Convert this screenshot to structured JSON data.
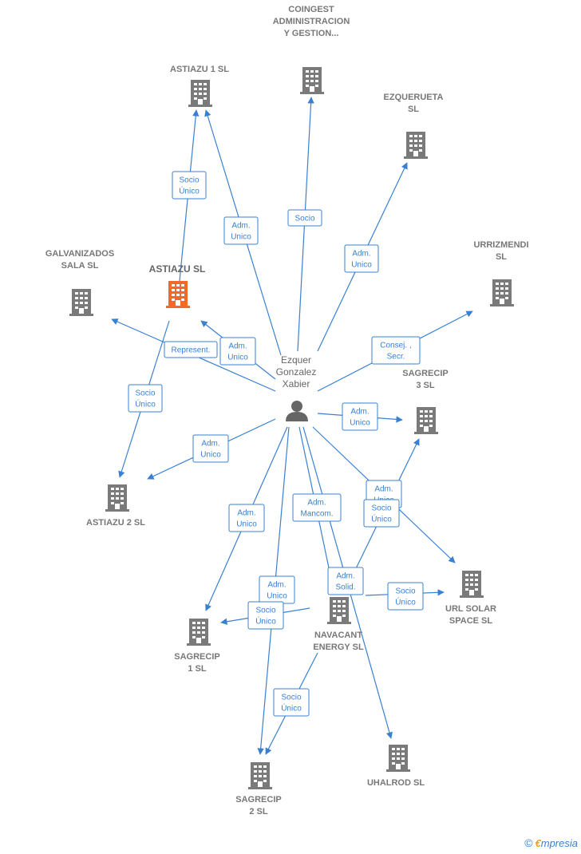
{
  "colors": {
    "edge": "#3a80d2",
    "company": "#7a7a7a",
    "focus_company": "#f26a2a",
    "person": "#666666"
  },
  "person": {
    "lines": [
      "Ezquer",
      "Gonzalez",
      "Xabier"
    ],
    "icon": "person-icon"
  },
  "companies": [
    {
      "id": "astiazu1",
      "lines": [
        "ASTIAZU 1  SL"
      ]
    },
    {
      "id": "coingest",
      "lines": [
        "COINGEST",
        "ADMINISTRACION",
        "Y GESTION..."
      ]
    },
    {
      "id": "ezquerueta",
      "lines": [
        "EZQUERUETA",
        "SL"
      ]
    },
    {
      "id": "galvanizados",
      "lines": [
        "GALVANIZADOS",
        "SALA  SL"
      ]
    },
    {
      "id": "astiazu",
      "lines": [
        "ASTIAZU  SL"
      ],
      "focus": true
    },
    {
      "id": "urrizmendi",
      "lines": [
        "URRIZMENDI",
        "SL"
      ]
    },
    {
      "id": "sagrecip3",
      "lines": [
        "SAGRECIP",
        "3  SL"
      ]
    },
    {
      "id": "astiazu2",
      "lines": [
        "ASTIAZU 2  SL"
      ]
    },
    {
      "id": "urlsolar",
      "lines": [
        "URL SOLAR",
        "SPACE  SL"
      ]
    },
    {
      "id": "navacant",
      "lines": [
        "NAVACANT",
        "ENERGY  SL"
      ]
    },
    {
      "id": "sagrecip1",
      "lines": [
        "SAGRECIP",
        "1  SL"
      ]
    },
    {
      "id": "sagrecip2",
      "lines": [
        "SAGRECIP",
        "2  SL"
      ]
    },
    {
      "id": "uhalrod",
      "lines": [
        "UHALROD SL"
      ]
    }
  ],
  "edges": [
    {
      "id": "e1",
      "lines": [
        "Socio",
        "Único"
      ]
    },
    {
      "id": "e2",
      "lines": [
        "Adm.",
        "Unico"
      ]
    },
    {
      "id": "e3",
      "lines": [
        "Socio"
      ]
    },
    {
      "id": "e4",
      "lines": [
        "Adm.",
        "Unico"
      ]
    },
    {
      "id": "e5",
      "lines": [
        "Consej. ,",
        "Secr."
      ]
    },
    {
      "id": "e6",
      "lines": [
        "Represent."
      ]
    },
    {
      "id": "e7",
      "lines": [
        "Adm.",
        "Unico"
      ]
    },
    {
      "id": "e8",
      "lines": [
        "Socio",
        "Único"
      ]
    },
    {
      "id": "e9",
      "lines": [
        "Adm.",
        "Unico"
      ]
    },
    {
      "id": "e10",
      "lines": [
        "Adm.",
        "Unico"
      ]
    },
    {
      "id": "e11",
      "lines": [
        "Adm.",
        "Unico"
      ]
    },
    {
      "id": "e12",
      "lines": [
        "Socio",
        "Único"
      ]
    },
    {
      "id": "e13",
      "lines": [
        "Adm.",
        "Mancom."
      ]
    },
    {
      "id": "e14",
      "lines": [
        "Adm.",
        "Unico"
      ]
    },
    {
      "id": "e15",
      "lines": [
        "Adm.",
        "Unico"
      ]
    },
    {
      "id": "e16",
      "lines": [
        "Socio",
        "Único"
      ]
    },
    {
      "id": "e17",
      "lines": [
        "Adm.",
        "Solid."
      ]
    },
    {
      "id": "e18",
      "lines": [
        "Socio",
        "Único"
      ]
    },
    {
      "id": "e19",
      "lines": [
        "Socio",
        "Único"
      ]
    }
  ],
  "footer": {
    "copyright": "©",
    "brand_first": "€",
    "brand_rest": "mpresia"
  }
}
